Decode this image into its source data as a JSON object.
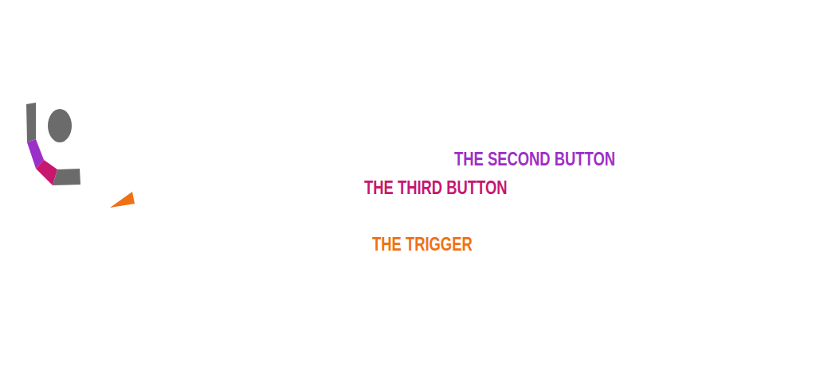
{
  "diagram": {
    "labels": [
      "THE SECOND BUTTON",
      "THE THIRD BUTTON",
      "THE TRIGGER"
    ]
  }
}
